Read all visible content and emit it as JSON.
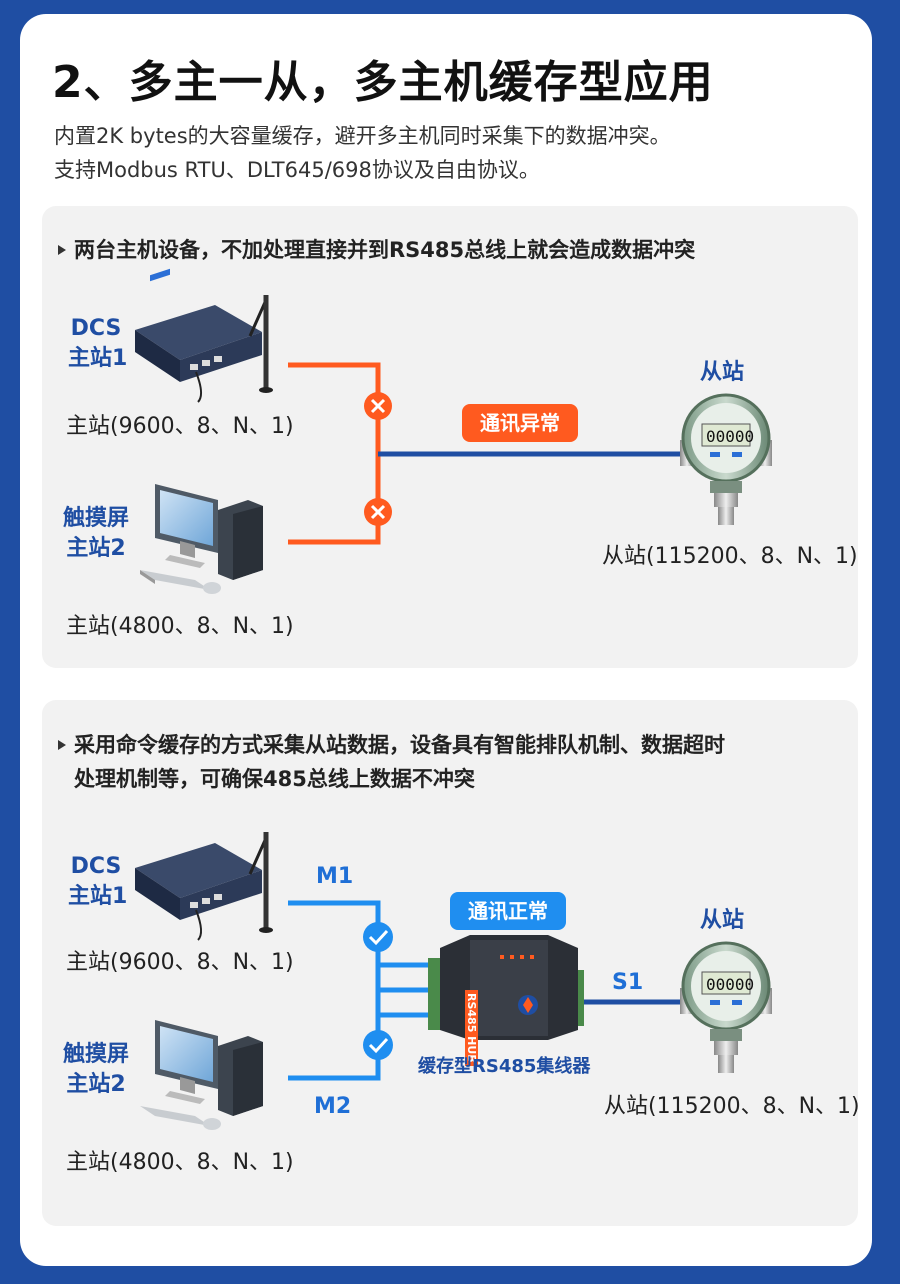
{
  "title": "2、多主一从，多主机缓存型应用",
  "desc": [
    "内置2K bytes的大容量缓存，避开多主机同时采集下的数据冲突。",
    "支持Modbus RTU、DLT645/698协议及自由协议。"
  ],
  "panel1": {
    "text": "两台主机设备，不加处理直接并到RS485总线上就会造成数据冲突",
    "dcs_label": [
      "DCS",
      "主站1"
    ],
    "dcs_param": "主站(9600、8、N、1)",
    "touch_label": [
      "触摸屏",
      "主站2"
    ],
    "touch_param": "主站(4800、8、N、1)",
    "badge": "通讯异常",
    "slave_label": "从站",
    "slave_param": "从站(115200、8、N、1)"
  },
  "panel2": {
    "text_line1": "采用命令缓存的方式采集从站数据，设备具有智能排队机制、数据超时",
    "text_line2": "处理机制等，可确保485总线上数据不冲突",
    "dcs_label": [
      "DCS",
      "主站1"
    ],
    "dcs_param": "主站(9600、8、N、1)",
    "touch_label": [
      "触摸屏",
      "主站2"
    ],
    "touch_param": "主站(4800、8、N、1)",
    "m1": "M1",
    "m2": "M2",
    "s1": "S1",
    "badge": "通讯正常",
    "hub_label": "缓存型RS485集线器",
    "hub_text": "RS485 HUB",
    "slave_label": "从站",
    "slave_param": "从站(115200、8、N、1)"
  },
  "colors": {
    "brand": "#1f4ea3",
    "error": "#ff5a1f",
    "ok": "#1f8ef0",
    "bus": "#1f4ea3"
  },
  "icons": [
    "gateway-device-icon",
    "computer-icon",
    "pressure-gauge-icon",
    "error-x-icon",
    "check-icon",
    "rs485-hub-icon"
  ]
}
